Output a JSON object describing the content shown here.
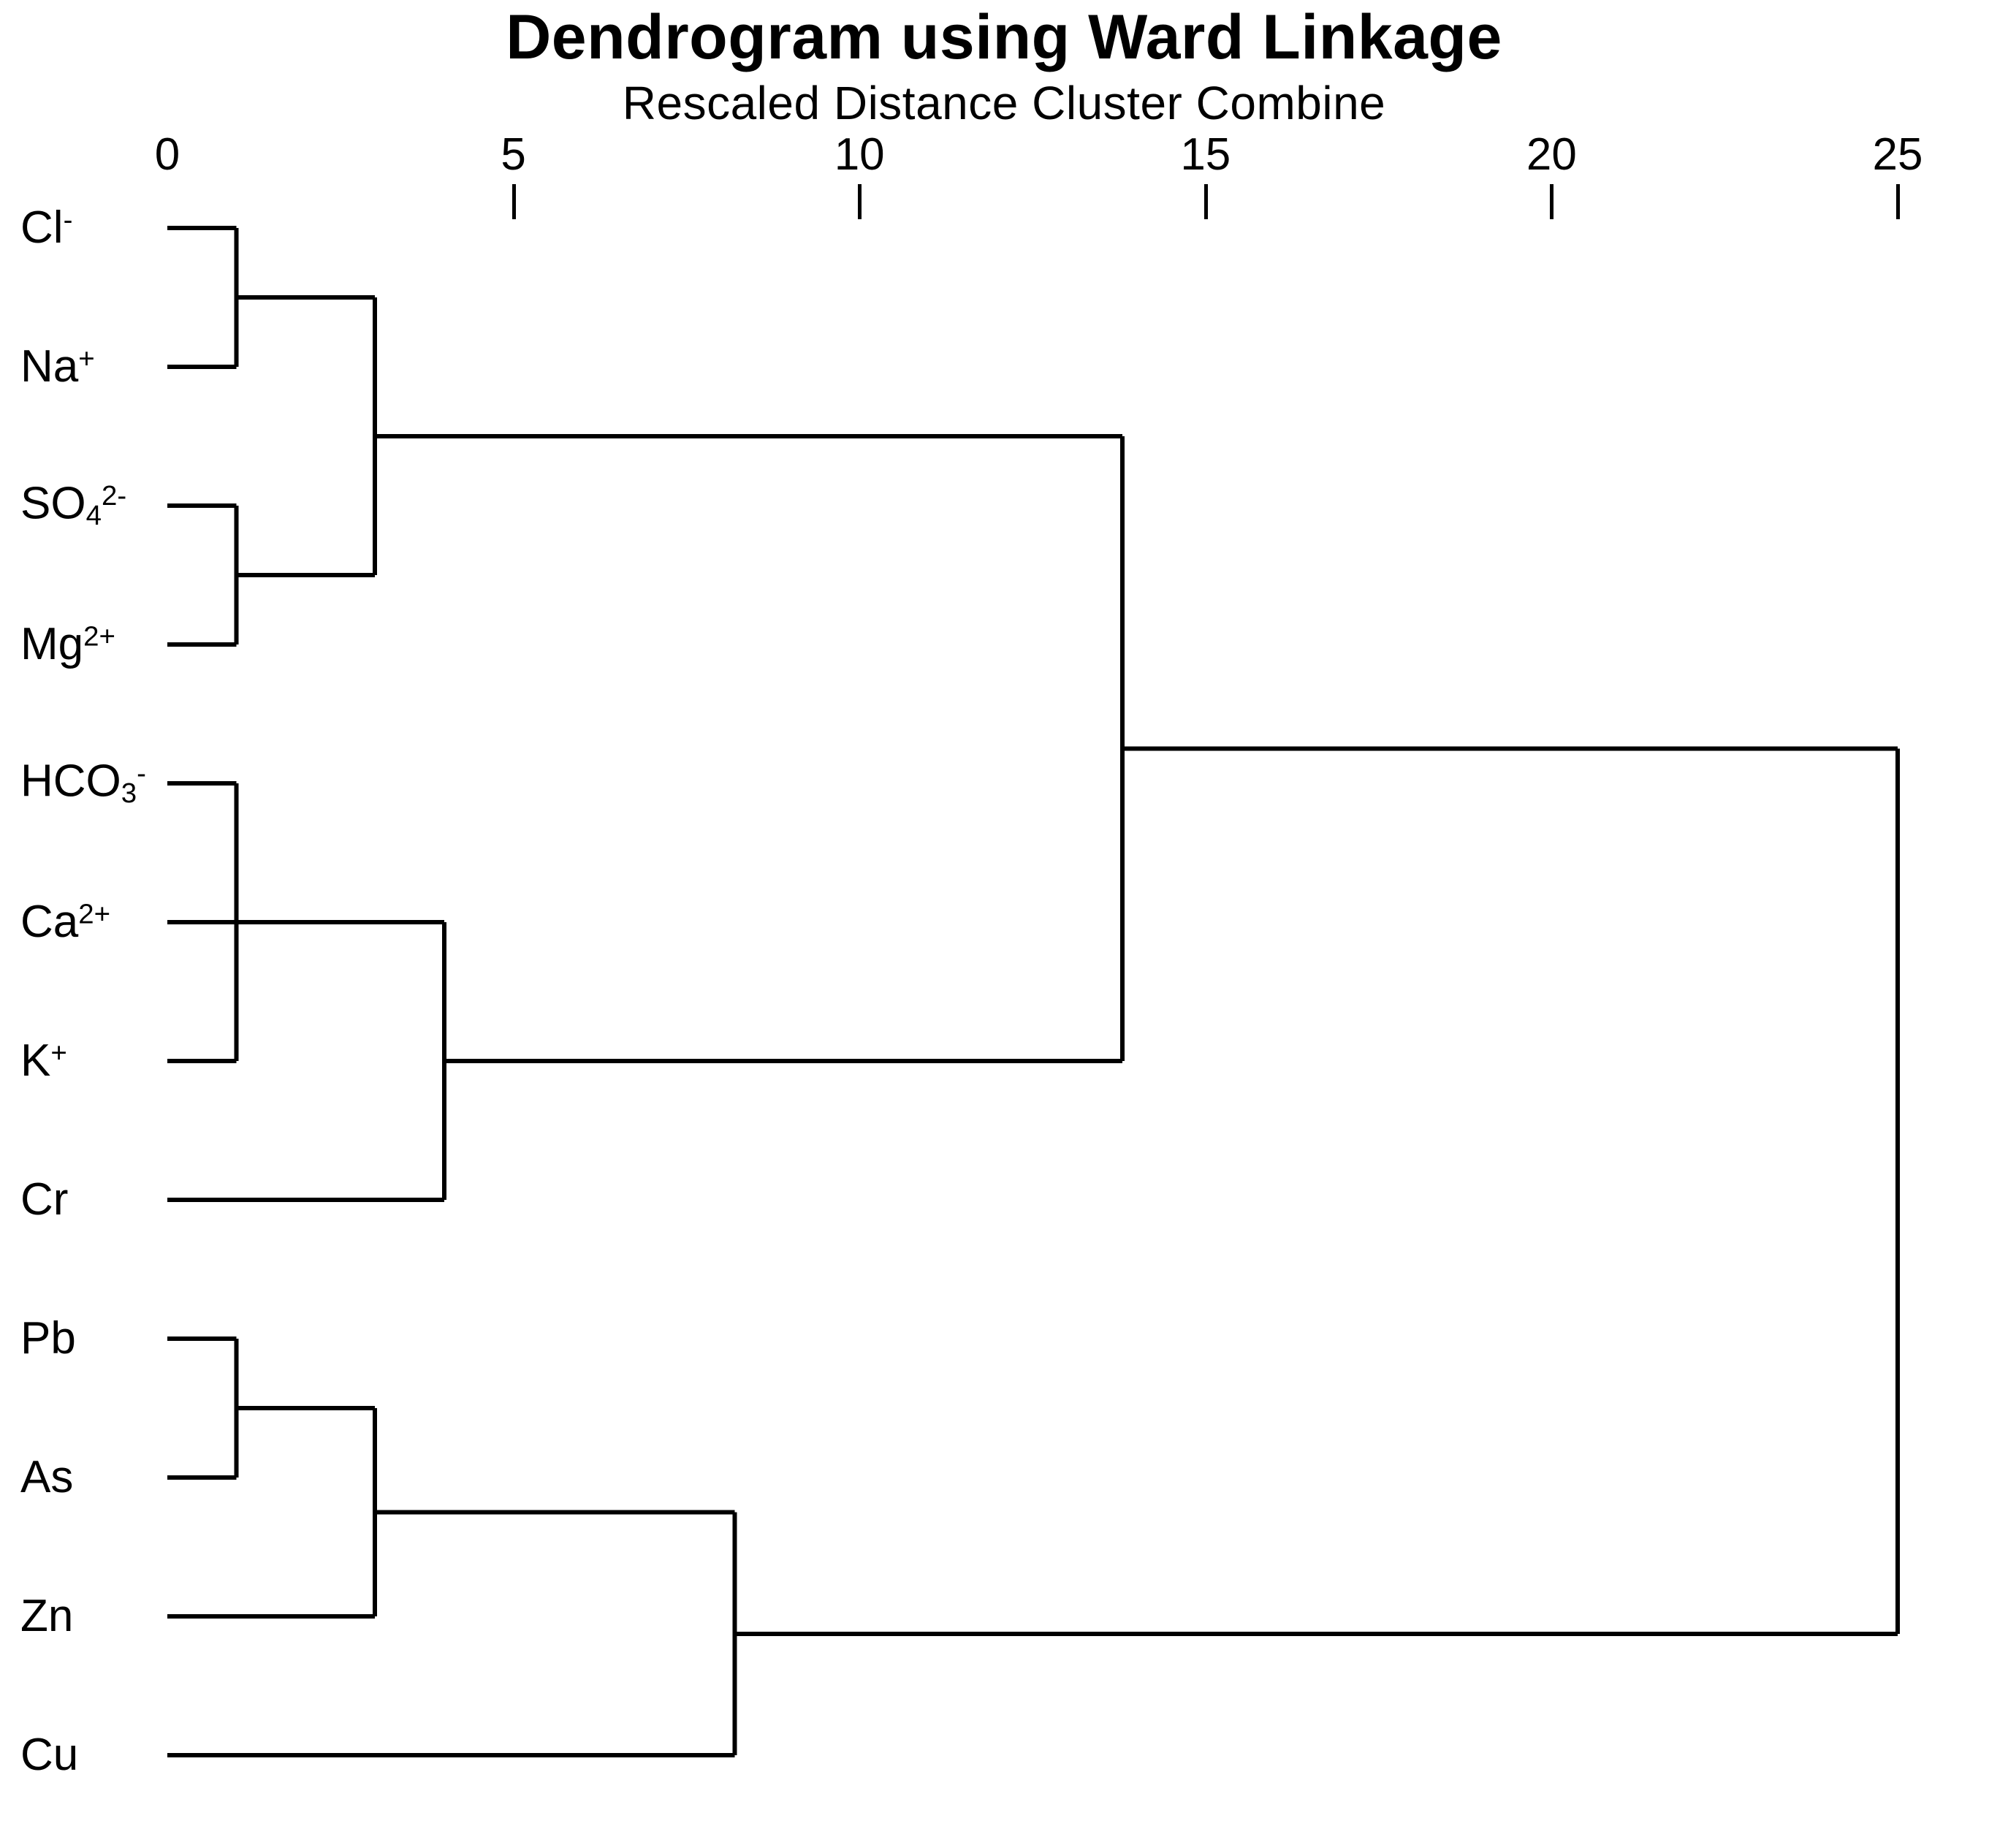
{
  "chart_data": {
    "type": "dendrogram",
    "title": "Dendrogram using Ward Linkage",
    "subtitle": "Rescaled Distance Cluster Combine",
    "xlabel": "",
    "ylabel": "",
    "xlim": [
      0,
      25
    ],
    "xticks": [
      0,
      5,
      10,
      15,
      20,
      25
    ],
    "xtick_labels": [
      "0",
      "5",
      "10",
      "15",
      "20",
      "25"
    ],
    "grid": false,
    "legend": null,
    "line_color": "#000000",
    "background_color": "#ffffff",
    "leaves": [
      {
        "index": 0,
        "label_html": "Cl<sup>-</sup>",
        "label_text": "Cl-"
      },
      {
        "index": 1,
        "label_html": "Na<sup>+</sup>",
        "label_text": "Na+"
      },
      {
        "index": 2,
        "label_html": "SO<sub>4</sub><sup>2-</sup>",
        "label_text": "SO4 2-"
      },
      {
        "index": 3,
        "label_html": "Mg<sup>2+</sup>",
        "label_text": "Mg2+"
      },
      {
        "index": 4,
        "label_html": "HCO<sub>3</sub><sup>-</sup>",
        "label_text": "HCO3-"
      },
      {
        "index": 5,
        "label_html": "Ca<sup>2+</sup>",
        "label_text": "Ca2+"
      },
      {
        "index": 6,
        "label_html": "K<sup>+</sup>",
        "label_text": "K+"
      },
      {
        "index": 7,
        "label_html": "Cr",
        "label_text": "Cr"
      },
      {
        "index": 8,
        "label_html": "Pb",
        "label_text": "Pb"
      },
      {
        "index": 9,
        "label_html": "As",
        "label_text": "As"
      },
      {
        "index": 10,
        "label_html": "Zn",
        "label_text": "Zn"
      },
      {
        "index": 11,
        "label_html": "Cu",
        "label_text": "Cu"
      }
    ],
    "merges": [
      {
        "id": "m1",
        "name": "Cl- + Na+",
        "children": [
          "leaf:0",
          "leaf:1"
        ],
        "distance": 1.0
      },
      {
        "id": "m2",
        "name": "SO4 2- + Mg2+",
        "children": [
          "leaf:2",
          "leaf:3"
        ],
        "distance": 1.0
      },
      {
        "id": "m3",
        "name": "(Cl-,Na+) + (SO4 2-,Mg2+)",
        "children": [
          "m1",
          "m2"
        ],
        "distance": 3.0
      },
      {
        "id": "m4",
        "name": "HCO3- + K+",
        "children": [
          "leaf:4",
          "leaf:6"
        ],
        "distance": 1.0
      },
      {
        "id": "m5",
        "name": "(HCO3-,K+) + Ca2+",
        "children": [
          "m4",
          "leaf:5"
        ],
        "distance": 1.0
      },
      {
        "id": "m6",
        "name": "(HCO3-,K+,Ca2+) + Cr",
        "children": [
          "m5",
          "leaf:7"
        ],
        "distance": 4.0
      },
      {
        "id": "m7",
        "name": "major-ion cluster",
        "children": [
          "m3",
          "m6"
        ],
        "distance": 13.8
      },
      {
        "id": "m8",
        "name": "Pb + As",
        "children": [
          "leaf:8",
          "leaf:9"
        ],
        "distance": 1.0
      },
      {
        "id": "m9",
        "name": "(Pb,As) + Zn",
        "children": [
          "m8",
          "leaf:10"
        ],
        "distance": 3.0
      },
      {
        "id": "m10",
        "name": "(Pb,As,Zn) + Cu",
        "children": [
          "m9",
          "leaf:11"
        ],
        "distance": 8.2
      },
      {
        "id": "m11",
        "name": "root",
        "children": [
          "m7",
          "m10"
        ],
        "distance": 25.0
      }
    ]
  }
}
